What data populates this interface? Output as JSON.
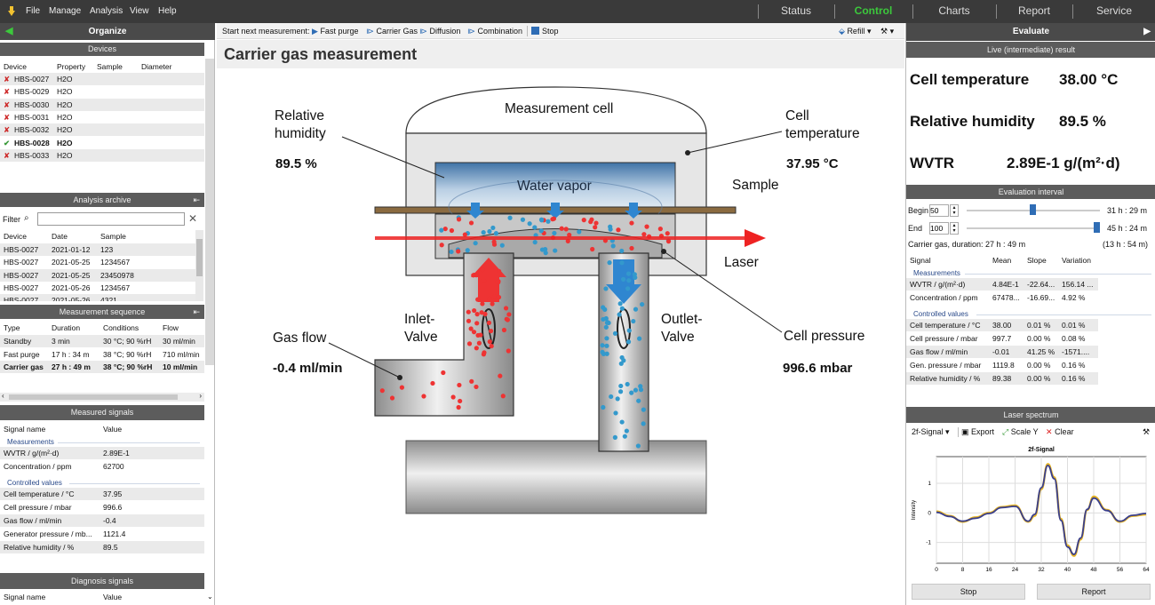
{
  "menu": [
    "File",
    "Manage",
    "Analysis",
    "View",
    "Help"
  ],
  "nav": [
    {
      "label": "Status",
      "active": false
    },
    {
      "label": "Control",
      "active": true
    },
    {
      "label": "Charts",
      "active": false
    },
    {
      "label": "Report",
      "active": false
    },
    {
      "label": "Service",
      "active": false
    }
  ],
  "left": {
    "title": "Organize",
    "devices": {
      "title": "Devices",
      "cols": [
        "Device",
        "Property",
        "Sample",
        "Diameter"
      ],
      "rows": [
        {
          "device": "HBS-0027",
          "property": "H2O",
          "ok": false,
          "bold": false
        },
        {
          "device": "HBS-0029",
          "property": "H2O",
          "ok": false,
          "bold": false
        },
        {
          "device": "HBS-0030",
          "property": "H2O",
          "ok": false,
          "bold": false
        },
        {
          "device": "HBS-0031",
          "property": "H2O",
          "ok": false,
          "bold": false
        },
        {
          "device": "HBS-0032",
          "property": "H2O",
          "ok": false,
          "bold": false
        },
        {
          "device": "HBS-0028",
          "property": "H2O",
          "ok": true,
          "bold": true
        },
        {
          "device": "HBS-0033",
          "property": "H2O",
          "ok": false,
          "bold": false
        }
      ]
    },
    "archive": {
      "title": "Analysis archive",
      "filter_label": "Filter",
      "cols": [
        "Device",
        "Date",
        "Sample"
      ],
      "rows": [
        [
          "HBS-0027",
          "2021-01-12",
          "123"
        ],
        [
          "HBS-0027",
          "2021-05-25",
          "1234567"
        ],
        [
          "HBS-0027",
          "2021-05-25",
          "23450978"
        ],
        [
          "HBS-0027",
          "2021-05-26",
          "1234567"
        ],
        [
          "HBS-0027",
          "2021-05-26",
          "4321"
        ]
      ]
    },
    "sequence": {
      "title": "Measurement sequence",
      "cols": [
        "Type",
        "Duration",
        "Conditions",
        "Flow"
      ],
      "rows": [
        [
          "Standby",
          "3 min",
          "30 °C; 90 %rH",
          "30 ml/min"
        ],
        [
          "Fast purge",
          "17 h : 34 m",
          "38 °C; 90 %rH",
          "710 ml/min"
        ],
        [
          "Carrier gas",
          "27 h : 49 m",
          "38 °C; 90 %rH",
          "10 ml/min"
        ]
      ]
    },
    "measured": {
      "title": "Measured signals",
      "cols": [
        "Signal name",
        "Value"
      ],
      "group1": "Measurements",
      "rows1": [
        [
          "WVTR / g/(m²·d)",
          "2.89E-1"
        ],
        [
          "Concentration / ppm",
          "62700"
        ]
      ],
      "group2": "Controlled values",
      "rows2": [
        [
          "Cell temperature / °C",
          "37.95"
        ],
        [
          "Cell pressure / mbar",
          "996.6"
        ],
        [
          "Gas flow / ml/min",
          "-0.4"
        ],
        [
          "Generator pressure / mb...",
          "1121.4"
        ],
        [
          "Relative humidity / %",
          "89.5"
        ]
      ]
    },
    "diagnosis": {
      "title": "Diagnosis signals",
      "cols": [
        "Signal name",
        "Value"
      ]
    }
  },
  "toolbar": {
    "start_label": "Start next measurement:",
    "buttons": [
      "Fast purge",
      "Carrier Gas",
      "Diffusion",
      "Combination",
      "Stop"
    ],
    "refill": "Refill"
  },
  "center": {
    "title": "Carrier gas measurement",
    "labels": {
      "rh1": "Relative",
      "rh2": "humidity",
      "rh_val": "89.5 %",
      "ct1": "Cell",
      "ct2": "temperature",
      "ct_val": "37.95 °C",
      "cell": "Measurement cell",
      "vapor": "Water vapor",
      "sample": "Sample",
      "laser": "Laser",
      "inlet1": "Inlet-",
      "inlet2": "Valve",
      "outlet1": "Outlet-",
      "outlet2": "Valve",
      "gasflow": "Gas flow",
      "gasflow_val": "-0.4 ml/min",
      "pressure": "Cell pressure",
      "pressure_val": "996.6 mbar"
    }
  },
  "right": {
    "title": "Evaluate",
    "live": {
      "title": "Live (intermediate) result",
      "items": [
        {
          "label": "Cell temperature",
          "value": "38.00 °C"
        },
        {
          "label": "Relative humidity",
          "value": "89.5 %"
        },
        {
          "label": "WVTR",
          "value": "2.89E-1 g/(m²·d)"
        }
      ]
    },
    "interval": {
      "title": "Evaluation interval",
      "begin_label": "Begin",
      "begin_val": "50",
      "begin_time": "31 h : 29 m",
      "end_label": "End",
      "end_val": "100",
      "end_time": "45 h : 24 m",
      "duration": "Carrier gas, duration: 27 h : 49 m",
      "duration_right": "(13 h : 54 m)",
      "cols": [
        "Signal",
        "Mean",
        "Slope",
        "Variation"
      ],
      "group1": "Measurements",
      "rows1": [
        [
          "WVTR / g/(m²·d)",
          "4.84E-1",
          "-22.64...",
          "156.14 ..."
        ],
        [
          "Concentration / ppm",
          "67478...",
          "-16.69...",
          "4.92 %"
        ]
      ],
      "group2": "Controlled values",
      "rows2": [
        [
          "Cell temperature / °C",
          "38.00",
          "0.01 %",
          "0.01 %"
        ],
        [
          "Cell pressure / mbar",
          "997.7",
          "0.00 %",
          "0.08 %"
        ],
        [
          "Gas flow / ml/min",
          "-0.01",
          "41.25 %",
          "-1571...."
        ],
        [
          "Gen. pressure / mbar",
          "1119.8",
          "0.00 %",
          "0.16 %"
        ],
        [
          "Relative humidity / %",
          "89.38",
          "0.00 %",
          "0.16 %"
        ]
      ]
    },
    "spectrum": {
      "title": "Laser spectrum",
      "select": "2f-Signal",
      "export": "Export",
      "scale": "Scale Y",
      "clear": "Clear",
      "stop": "Stop",
      "report": "Report"
    }
  },
  "colors": {
    "accent": "#3cc83c",
    "dark": "#3a3a3a",
    "panel": "#5c5c5c",
    "blue": "#2f6db5",
    "red": "#e02a2a"
  },
  "chart_data": {
    "type": "line",
    "title": "2f-Signal",
    "ylabel": "Intensity",
    "xlabel": "",
    "xlim": [
      0,
      64
    ],
    "ylim": [
      -1.7,
      1.9
    ],
    "x_ticks": [
      0,
      8,
      16,
      24,
      32,
      40,
      48,
      56,
      64
    ],
    "y_ticks": [
      -1,
      0,
      1
    ],
    "x": [
      0,
      4,
      8,
      12,
      16,
      20,
      24,
      28,
      30,
      32,
      34,
      36,
      38,
      40,
      42,
      44,
      46,
      48,
      52,
      56,
      60,
      64
    ],
    "series": [
      {
        "color": "#e6b422",
        "values": [
          0.05,
          -0.1,
          -0.3,
          -0.15,
          0.0,
          0.2,
          0.25,
          -0.3,
          -0.1,
          0.8,
          1.65,
          1.2,
          -0.2,
          -1.1,
          -1.45,
          -0.9,
          0.1,
          0.55,
          0.1,
          -0.3,
          -0.1,
          -0.05
        ]
      },
      {
        "color": "#3a3f8c",
        "values": [
          0.02,
          -0.12,
          -0.28,
          -0.18,
          -0.02,
          0.18,
          0.22,
          -0.28,
          -0.05,
          0.85,
          1.6,
          1.15,
          -0.25,
          -1.15,
          -1.4,
          -0.85,
          0.12,
          0.5,
          0.08,
          -0.28,
          -0.08,
          -0.02
        ]
      }
    ]
  }
}
